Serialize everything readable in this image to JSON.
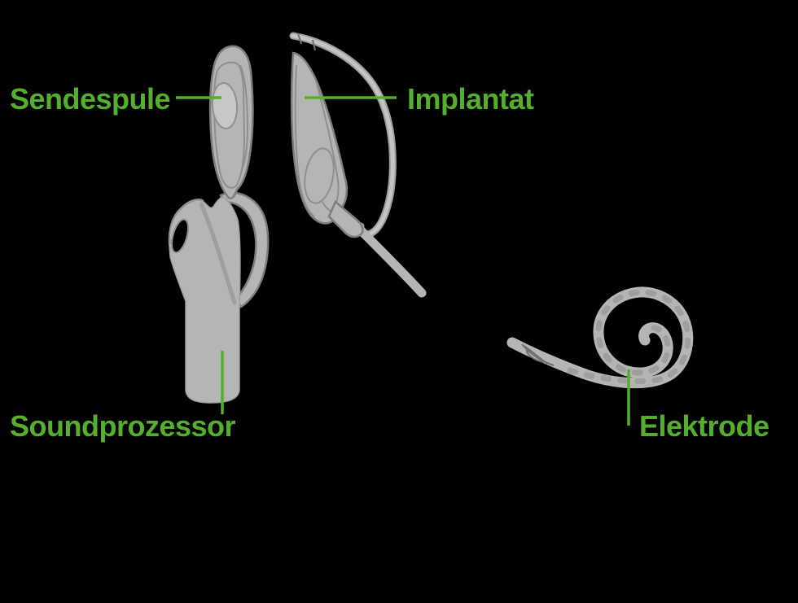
{
  "colors": {
    "background": "#000000",
    "label_green": "#54b02c",
    "device_fill": "#b5b5b5",
    "device_fill_light": "#c7c7c7",
    "device_outline": "#7d7d7d",
    "device_line": "#8f8f8f",
    "device_soft": "#9e9e9e",
    "wire_fill": "#c4c4c4"
  },
  "labels": {
    "sendespule": "Sendespule",
    "implantat": "Implantat",
    "soundprozessor": "Soundprozessor",
    "elektrode": "Elektrode"
  }
}
